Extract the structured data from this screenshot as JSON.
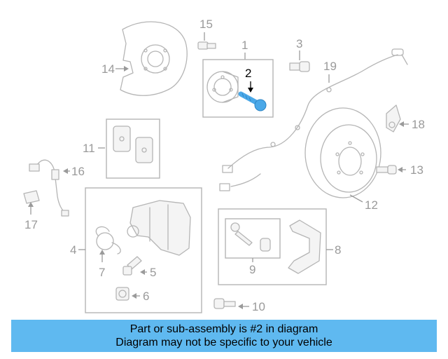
{
  "callouts": {
    "c1": "1",
    "c2": "2",
    "c3": "3",
    "c4": "4",
    "c5": "5",
    "c6": "6",
    "c7": "7",
    "c8": "8",
    "c9": "9",
    "c10": "10",
    "c11": "11",
    "c12": "12",
    "c13": "13",
    "c14": "14",
    "c15": "15",
    "c16": "16",
    "c17": "17",
    "c18": "18",
    "c19": "19"
  },
  "highlighted_part": "2",
  "colors": {
    "highlight": "#4aa8e8",
    "banner": "#5fb9f0",
    "line_art": "#b5b5b5"
  },
  "footer": {
    "line1": "Part or sub-assembly is #2 in diagram",
    "line2": "Diagram may not be specific to your vehicle"
  }
}
